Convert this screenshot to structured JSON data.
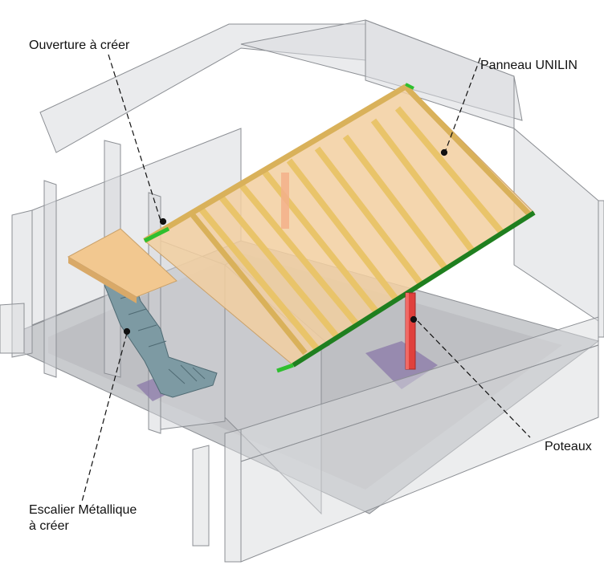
{
  "labels": {
    "ouverture": "Ouverture à créer",
    "panneau": "Panneau UNILIN",
    "poteaux": "Poteaux",
    "escalier_line1": "Escalier Métallique",
    "escalier_line2": "à créer"
  },
  "colors": {
    "background": "#ffffff",
    "wall_fill": "#d9dbde",
    "wall_stroke": "#8c8f94",
    "floor": "#b4b6b9",
    "panel_fill": "#f2cfa0",
    "joist": "#e9c46a",
    "edge_green": "#2fbf2f",
    "post_red": "#e0403c",
    "post_pale": "#f3b08a",
    "stair": "#7d9aa3",
    "pad_purple": "#8a78a8",
    "leader": "#111111"
  }
}
